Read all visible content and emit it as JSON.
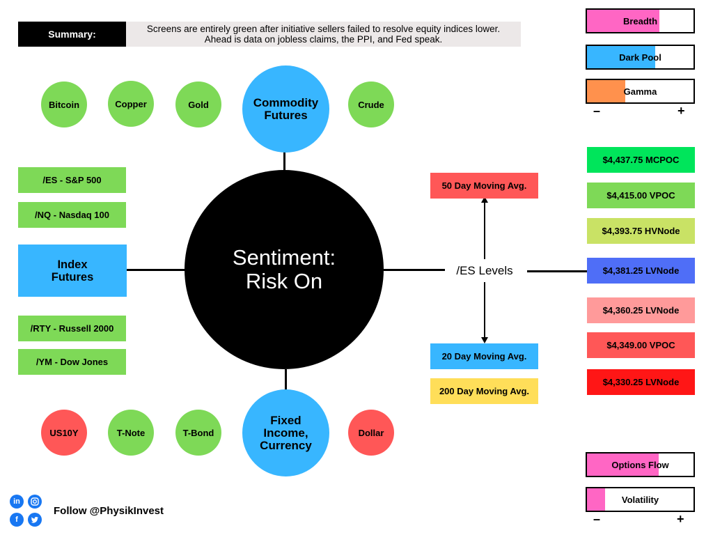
{
  "summary": {
    "label": "Summary:",
    "line1": "Screens are entirely green after initiative sellers failed to resolve equity indices lower.",
    "line2": "Ahead is data on jobless claims, the PPI, and Fed speak."
  },
  "center": {
    "line1": "Sentiment:",
    "line2": "Risk On"
  },
  "commodity": {
    "title_line1": "Commodity",
    "title_line2": "Futures",
    "items": [
      {
        "label": "Bitcoin",
        "color": "#7ed957"
      },
      {
        "label": "Copper",
        "color": "#7ed957"
      },
      {
        "label": "Gold",
        "color": "#7ed957"
      },
      {
        "label": "Crude",
        "color": "#7ed957"
      }
    ]
  },
  "fixed_income": {
    "title_line1": "Fixed",
    "title_line2": "Income,",
    "title_line3": "Currency",
    "items": [
      {
        "label": "US10Y",
        "color": "#ff5757"
      },
      {
        "label": "T-Note",
        "color": "#7ed957"
      },
      {
        "label": "T-Bond",
        "color": "#7ed957"
      },
      {
        "label": "Dollar",
        "color": "#ff5757"
      }
    ]
  },
  "index_futures": {
    "title_line1": "Index",
    "title_line2": "Futures",
    "items": [
      {
        "label": "/ES - S&P 500",
        "color": "#7ed957"
      },
      {
        "label": "/NQ - Nasdaq 100",
        "color": "#7ed957"
      },
      {
        "label": "/RTY - Russell 2000",
        "color": "#7ed957"
      },
      {
        "label": "/YM - Dow Jones",
        "color": "#7ed957"
      }
    ]
  },
  "es_levels": {
    "title": "/ES Levels",
    "moving_averages": [
      {
        "label": "50 Day Moving Avg.",
        "color": "#ff5757"
      },
      {
        "label": "20 Day Moving Avg.",
        "color": "#38b6ff"
      },
      {
        "label": "200 Day Moving Avg.",
        "color": "#ffde59"
      }
    ],
    "levels": [
      {
        "label": "$4,437.75 MCPOC",
        "color": "#00e55b"
      },
      {
        "label": "$4,415.00 VPOC",
        "color": "#7ed957"
      },
      {
        "label": "$4,393.75 HVNode",
        "color": "#c9e265"
      },
      {
        "label": "$4,381.25 LVNode",
        "color": "#4f6ef7"
      },
      {
        "label": "$4,360.25 LVNode",
        "color": "#ff9a9a"
      },
      {
        "label": "$4,349.00 VPOC",
        "color": "#ff5757"
      },
      {
        "label": "$4,330.25 LVNode",
        "color": "#ff1616"
      }
    ]
  },
  "gauges_top": {
    "items": [
      {
        "label": "Breadth",
        "fill_fraction": 0.68,
        "color": "#ff66c4"
      },
      {
        "label": "Dark Pool",
        "fill_fraction": 0.64,
        "color": "#38b6ff"
      },
      {
        "label": "Gamma",
        "fill_fraction": 0.36,
        "color": "#ff914d"
      }
    ],
    "minus": "–",
    "plus": "+"
  },
  "gauges_bottom": {
    "items": [
      {
        "label": "Options Flow",
        "fill_fraction": 0.67,
        "color": "#ff66c4"
      },
      {
        "label": "Volatility",
        "fill_fraction": 0.17,
        "color": "#ff66c4"
      }
    ],
    "minus": "–",
    "plus": "+"
  },
  "footer": {
    "follow": "Follow @PhysikInvest",
    "icons": [
      "linkedin-icon",
      "instagram-icon",
      "facebook-icon",
      "twitter-icon"
    ]
  }
}
